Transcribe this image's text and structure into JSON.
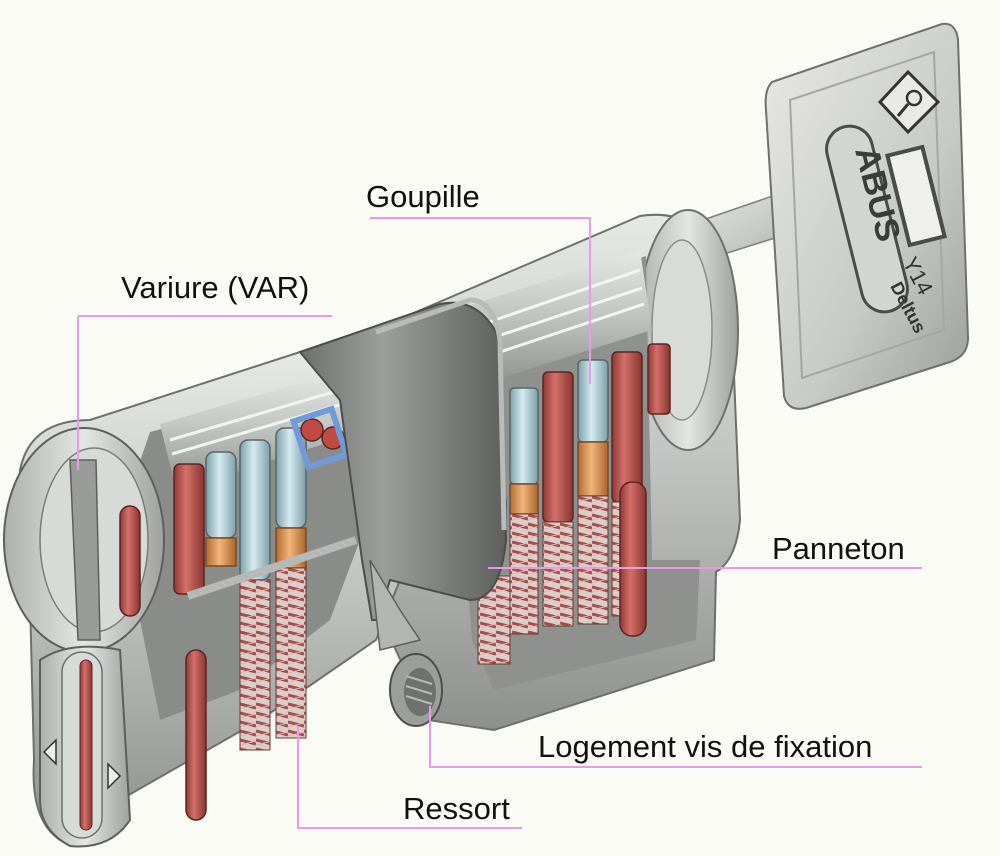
{
  "labels": {
    "goupille": "Goupille",
    "variure": "Variure (VAR)",
    "panneton": "Panneton",
    "logement": "Logement vis de fixation",
    "ressort": "Ressort"
  },
  "key": {
    "brand": "ABUS",
    "model": "Y14",
    "series": "Deltus"
  },
  "colors": {
    "leader_line": "#e79ae6",
    "steel": "#c4c6c3",
    "driver_pin": "#c45a55",
    "key_pin": "#a9c9d3",
    "bronze_band": "#dd9a5a",
    "spring": "#b15a55",
    "blue_part": "#6f9bd8"
  }
}
